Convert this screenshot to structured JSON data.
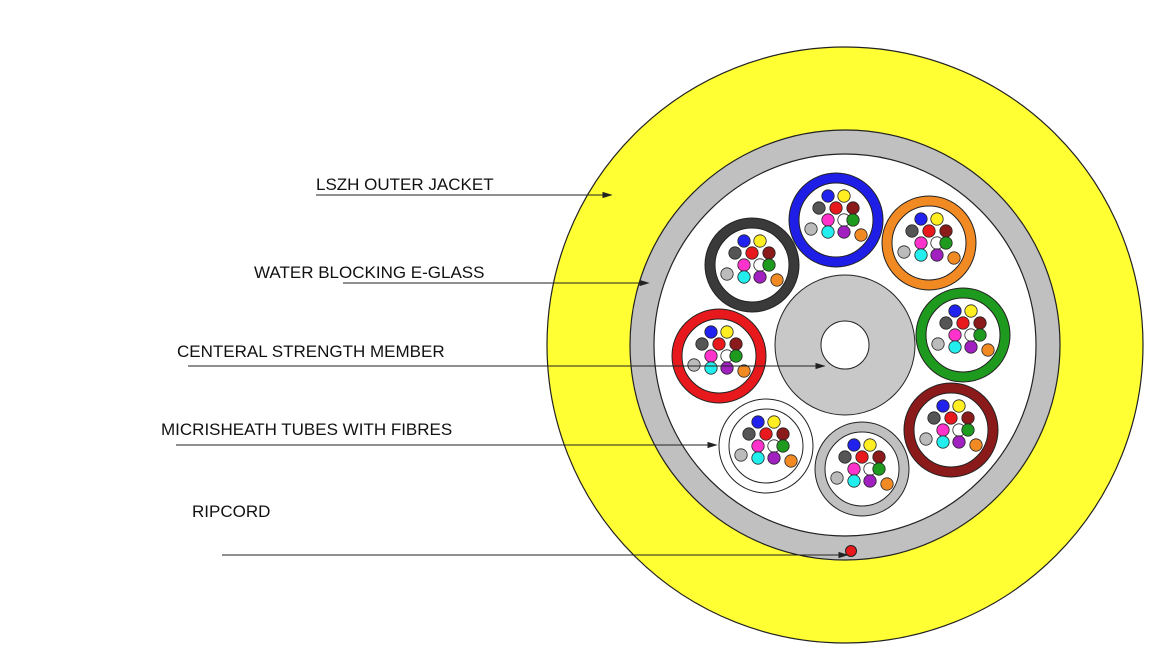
{
  "labels": {
    "outer_jacket": "LSZH OUTER JACKET",
    "water_blocking": "WATER BLOCKING E-GLASS",
    "strength_member": "CENTERAL STRENGTH MEMBER",
    "tubes": "MICRISHEATH TUBES WITH FIBRES",
    "ripcord": "RIPCORD"
  },
  "colors": {
    "outer_jacket": "#ffff33",
    "water_blocking": "#c0c0c0",
    "core_background": "#ffffff",
    "strength_member": "#c8c8c8",
    "ripcord": "#e8191d"
  },
  "tubes": [
    {
      "color": "#1e1ee6"
    },
    {
      "color": "#f28a24"
    },
    {
      "color": "#1e9a1e"
    },
    {
      "color": "#8b1a1a"
    },
    {
      "color": "#c0c0c0"
    },
    {
      "color": "#ffffff"
    },
    {
      "color": "#e8191d"
    },
    {
      "color": "#3a3a3a"
    }
  ],
  "fibre_colors": [
    "#2222ee",
    "#ffee22",
    "#555555",
    "#e8191d",
    "#8b1a1a",
    "#ff33cc",
    "#ffffff",
    "#1e9a1e",
    "#bbbbbb",
    "#22eeee",
    "#a020c0",
    "#f28a24"
  ]
}
